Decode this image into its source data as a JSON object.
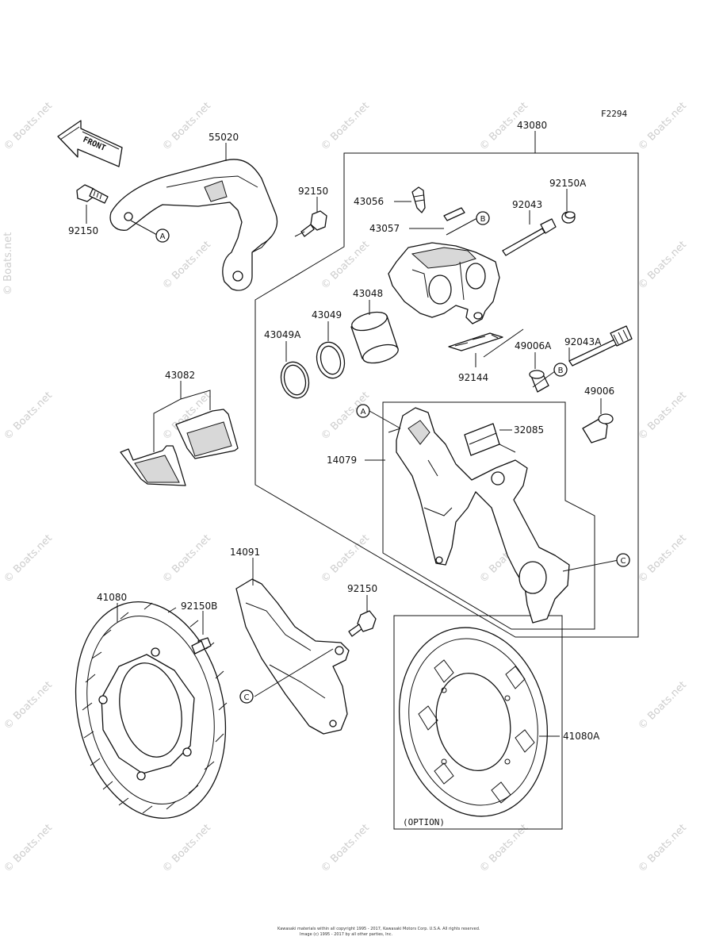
{
  "figure_code": "F2294",
  "front_label": "FRONT",
  "option_label": "(OPTION)",
  "watermark": "© Boats.net",
  "footer_line1": "Kawasaki materials within all copyright 1995 - 2017, Kawasaki Motors Corp. U.S.A. All rights reserved.",
  "footer_line2": "Image (c) 1995 - 2017 by all other parties, Inc.",
  "callouts": {
    "A": "A",
    "B": "B",
    "C": "C"
  },
  "parts": {
    "p55020": "55020",
    "p43080": "43080",
    "p92150_bolt_left": "92150",
    "p92150_bolt_bracket": "92150",
    "p92150A": "92150A",
    "p43056": "43056",
    "p43057": "43057",
    "p92043": "92043",
    "p43048": "43048",
    "p43049": "43049",
    "p43049A": "43049A",
    "p92043A": "92043A",
    "p49006A": "49006A",
    "p92144": "92144",
    "p49006": "49006",
    "p43082": "43082",
    "p32085": "32085",
    "p14079": "14079",
    "p14091": "14091",
    "p41080": "41080",
    "p92150B": "92150B",
    "p92150_bolt_guard": "92150",
    "p41080A": "41080A"
  }
}
